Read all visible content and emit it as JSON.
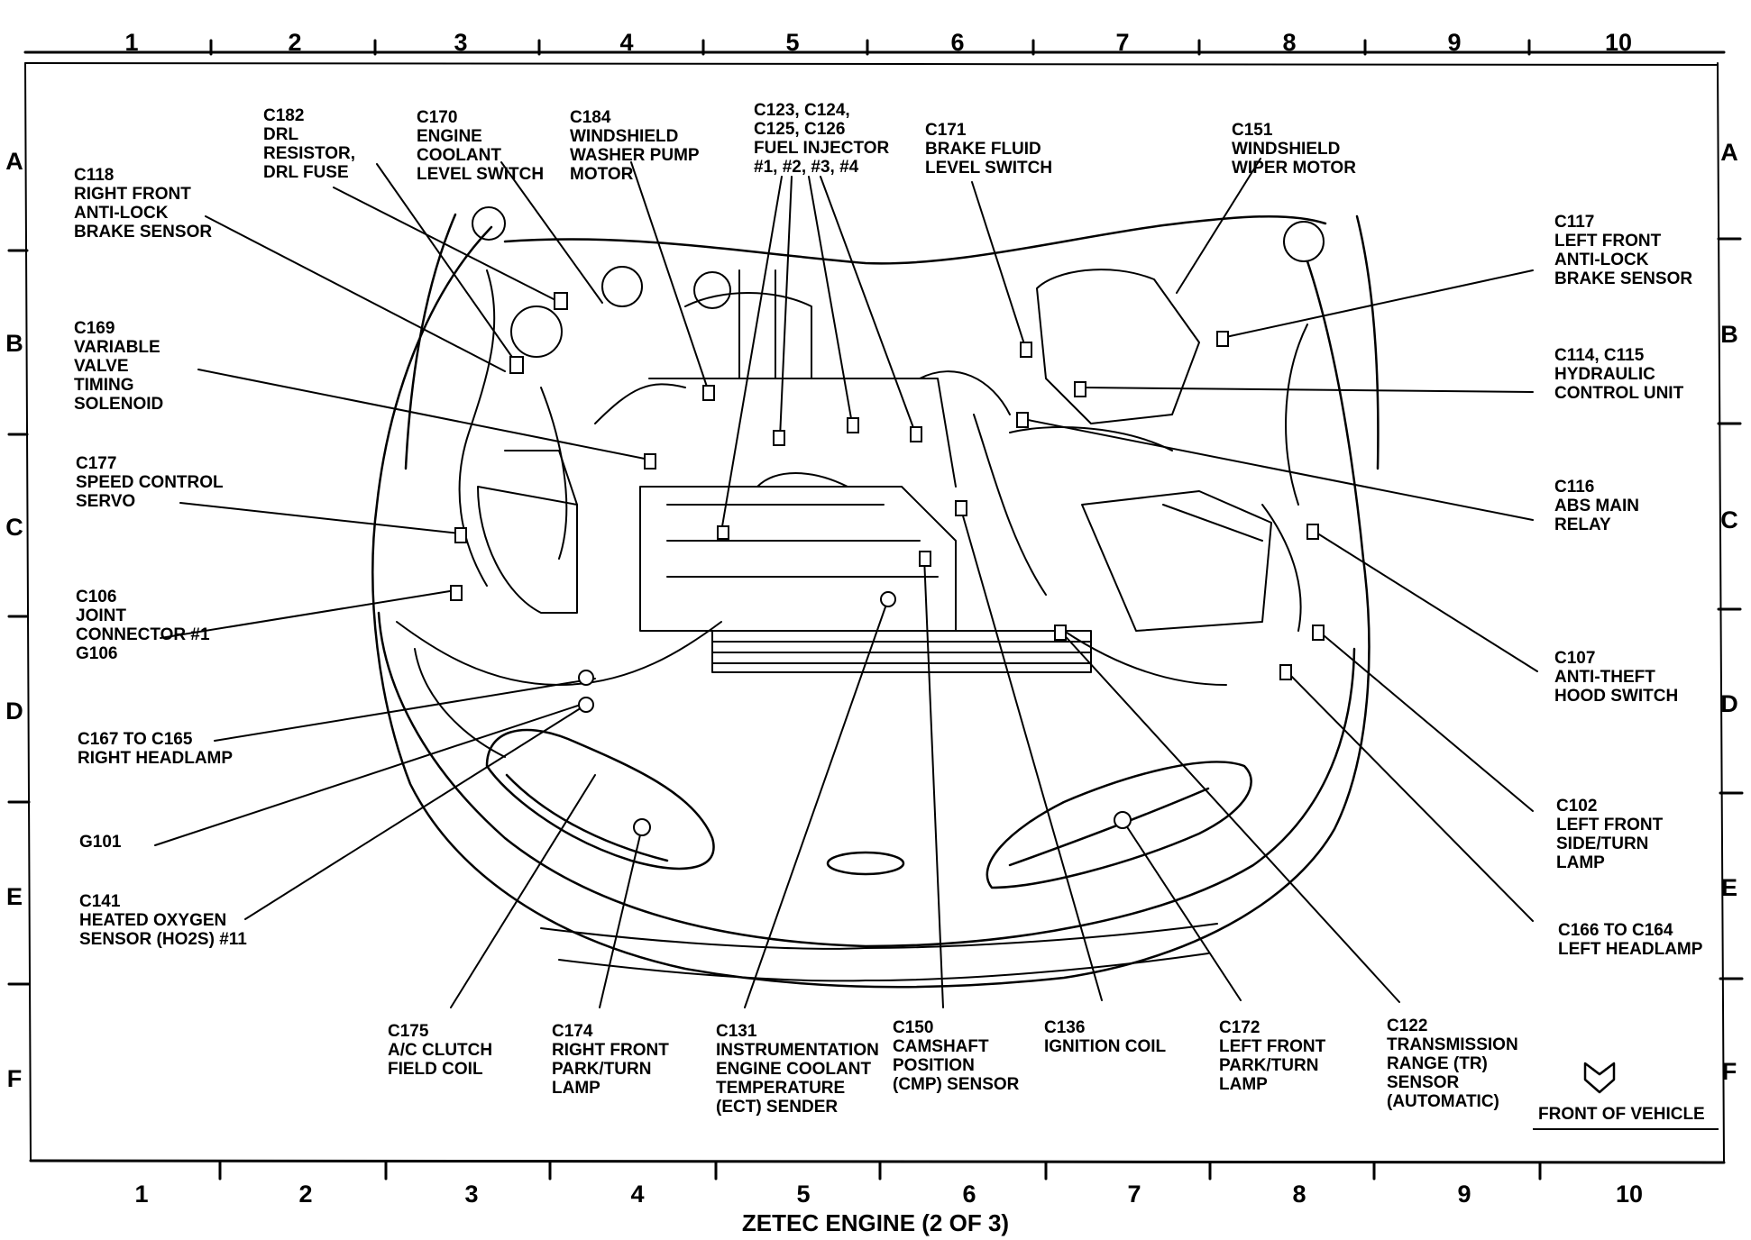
{
  "title": "ZETEC ENGINE (2 OF 3)",
  "grid": {
    "columns": [
      "1",
      "2",
      "3",
      "4",
      "5",
      "6",
      "7",
      "8",
      "9",
      "10"
    ],
    "rows": [
      "A",
      "B",
      "C",
      "D",
      "E",
      "F"
    ]
  },
  "front_indicator": {
    "label": "FRONT OF VEHICLE",
    "icon": "down-chevron-arrow-icon"
  },
  "callouts": [
    {
      "id": "c182",
      "lines": [
        "C182",
        "DRL",
        "RESISTOR,",
        "DRL FUSE"
      ]
    },
    {
      "id": "c170",
      "lines": [
        "C170",
        "ENGINE",
        "COOLANT",
        "LEVEL SWITCH"
      ]
    },
    {
      "id": "c184",
      "lines": [
        "C184",
        "WINDSHIELD",
        "WASHER PUMP",
        "MOTOR"
      ]
    },
    {
      "id": "c123",
      "lines": [
        "C123, C124,",
        "C125, C126",
        "FUEL INJECTOR",
        "#1, #2, #3, #4"
      ]
    },
    {
      "id": "c171",
      "lines": [
        "C171",
        "BRAKE FLUID",
        "LEVEL SWITCH"
      ]
    },
    {
      "id": "c151",
      "lines": [
        "C151",
        "WINDSHIELD",
        "WIPER MOTOR"
      ]
    },
    {
      "id": "c118",
      "lines": [
        "C118",
        "RIGHT FRONT",
        "ANTI-LOCK",
        "BRAKE SENSOR"
      ]
    },
    {
      "id": "c117",
      "lines": [
        "C117",
        "LEFT FRONT",
        "ANTI-LOCK",
        "BRAKE SENSOR"
      ]
    },
    {
      "id": "c169",
      "lines": [
        "C169",
        "VARIABLE",
        "VALVE",
        "TIMING",
        "SOLENOID"
      ]
    },
    {
      "id": "c114",
      "lines": [
        "C114, C115",
        "HYDRAULIC",
        "CONTROL UNIT"
      ]
    },
    {
      "id": "c177",
      "lines": [
        "C177",
        "SPEED CONTROL",
        "SERVO"
      ]
    },
    {
      "id": "c116",
      "lines": [
        "C116",
        "ABS MAIN",
        "RELAY"
      ]
    },
    {
      "id": "c106",
      "lines": [
        "C106",
        "JOINT",
        "CONNECTOR #1",
        "G106"
      ]
    },
    {
      "id": "c107",
      "lines": [
        "C107",
        "ANTI-THEFT",
        "HOOD SWITCH"
      ]
    },
    {
      "id": "c167",
      "lines": [
        "C167 TO C165",
        "RIGHT HEADLAMP"
      ]
    },
    {
      "id": "c102",
      "lines": [
        "C102",
        "LEFT FRONT",
        "SIDE/TURN",
        "LAMP"
      ]
    },
    {
      "id": "g101",
      "lines": [
        "G101"
      ]
    },
    {
      "id": "c141",
      "lines": [
        "C141",
        "HEATED OXYGEN",
        "SENSOR (HO2S) #11"
      ]
    },
    {
      "id": "c166",
      "lines": [
        "C166 TO C164",
        "LEFT HEADLAMP"
      ]
    },
    {
      "id": "c175",
      "lines": [
        "C175",
        "A/C CLUTCH",
        "FIELD COIL"
      ]
    },
    {
      "id": "c174",
      "lines": [
        "C174",
        "RIGHT FRONT",
        "PARK/TURN",
        "LAMP"
      ]
    },
    {
      "id": "c131",
      "lines": [
        "C131",
        "INSTRUMENTATION",
        "ENGINE COOLANT",
        "TEMPERATURE",
        "(ECT) SENDER"
      ]
    },
    {
      "id": "c150",
      "lines": [
        "C150",
        "CAMSHAFT",
        "POSITION",
        "(CMP) SENSOR"
      ]
    },
    {
      "id": "c136",
      "lines": [
        "C136",
        "IGNITION COIL"
      ]
    },
    {
      "id": "c172",
      "lines": [
        "C172",
        "LEFT FRONT",
        "PARK/TURN",
        "LAMP"
      ]
    },
    {
      "id": "c122",
      "lines": [
        "C122",
        "TRANSMISSION",
        "RANGE (TR)",
        "SENSOR",
        "(AUTOMATIC)"
      ]
    }
  ]
}
